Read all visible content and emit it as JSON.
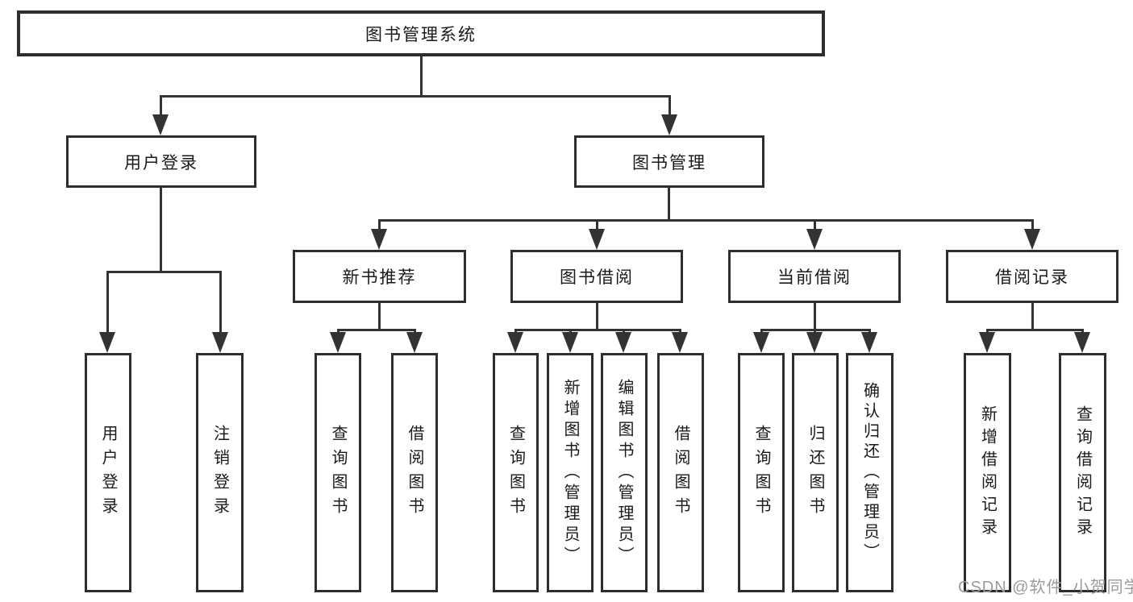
{
  "nodes": {
    "root": {
      "label": "图书管理系统"
    },
    "user_login": {
      "label": "用户登录"
    },
    "book_mgmt": {
      "label": "图书管理"
    },
    "new_book": {
      "label": "新书推荐"
    },
    "book_borrow": {
      "label": "图书借阅"
    },
    "current_borrow": {
      "label": "当前借阅"
    },
    "borrow_record": {
      "label": "借阅记录"
    },
    "leaf_user_login": {
      "label": "用户登录"
    },
    "leaf_logout": {
      "label": "注销登录"
    },
    "leaf_nb_query": {
      "label": "查询图书"
    },
    "leaf_nb_borrow": {
      "label": "借阅图书"
    },
    "leaf_bb_query": {
      "label": "查询图书"
    },
    "leaf_bb_add": {
      "label": "新增图书（管理员）"
    },
    "leaf_bb_edit": {
      "label": "编辑图书（管理员）"
    },
    "leaf_bb_borrow": {
      "label": "借阅图书"
    },
    "leaf_cb_query": {
      "label": "查询图书"
    },
    "leaf_cb_return": {
      "label": "归还图书"
    },
    "leaf_cb_confirm": {
      "label": "确认归还（管理员）"
    },
    "leaf_br_add": {
      "label": "新增借阅记录"
    },
    "leaf_br_query": {
      "label": "查询借阅记录"
    }
  },
  "structure": {
    "图书管理系统": [
      "用户登录",
      "图书管理"
    ],
    "用户登录": [
      "用户登录",
      "注销登录"
    ],
    "图书管理": [
      "新书推荐",
      "图书借阅",
      "当前借阅",
      "借阅记录"
    ],
    "新书推荐": [
      "查询图书",
      "借阅图书"
    ],
    "图书借阅": [
      "查询图书",
      "新增图书（管理员）",
      "编辑图书（管理员）",
      "借阅图书"
    ],
    "当前借阅": [
      "查询图书",
      "归还图书",
      "确认归还（管理员）"
    ],
    "借阅记录": [
      "新增借阅记录",
      "查询借阅记录"
    ]
  },
  "watermark": {
    "text": "CSDN @软件_小贺同学"
  },
  "colors": {
    "background": "#ffffff",
    "box_border": "#2d2d2d",
    "line": "#333333",
    "text": "#1a1a1a",
    "watermark": "#9b9b9b"
  }
}
